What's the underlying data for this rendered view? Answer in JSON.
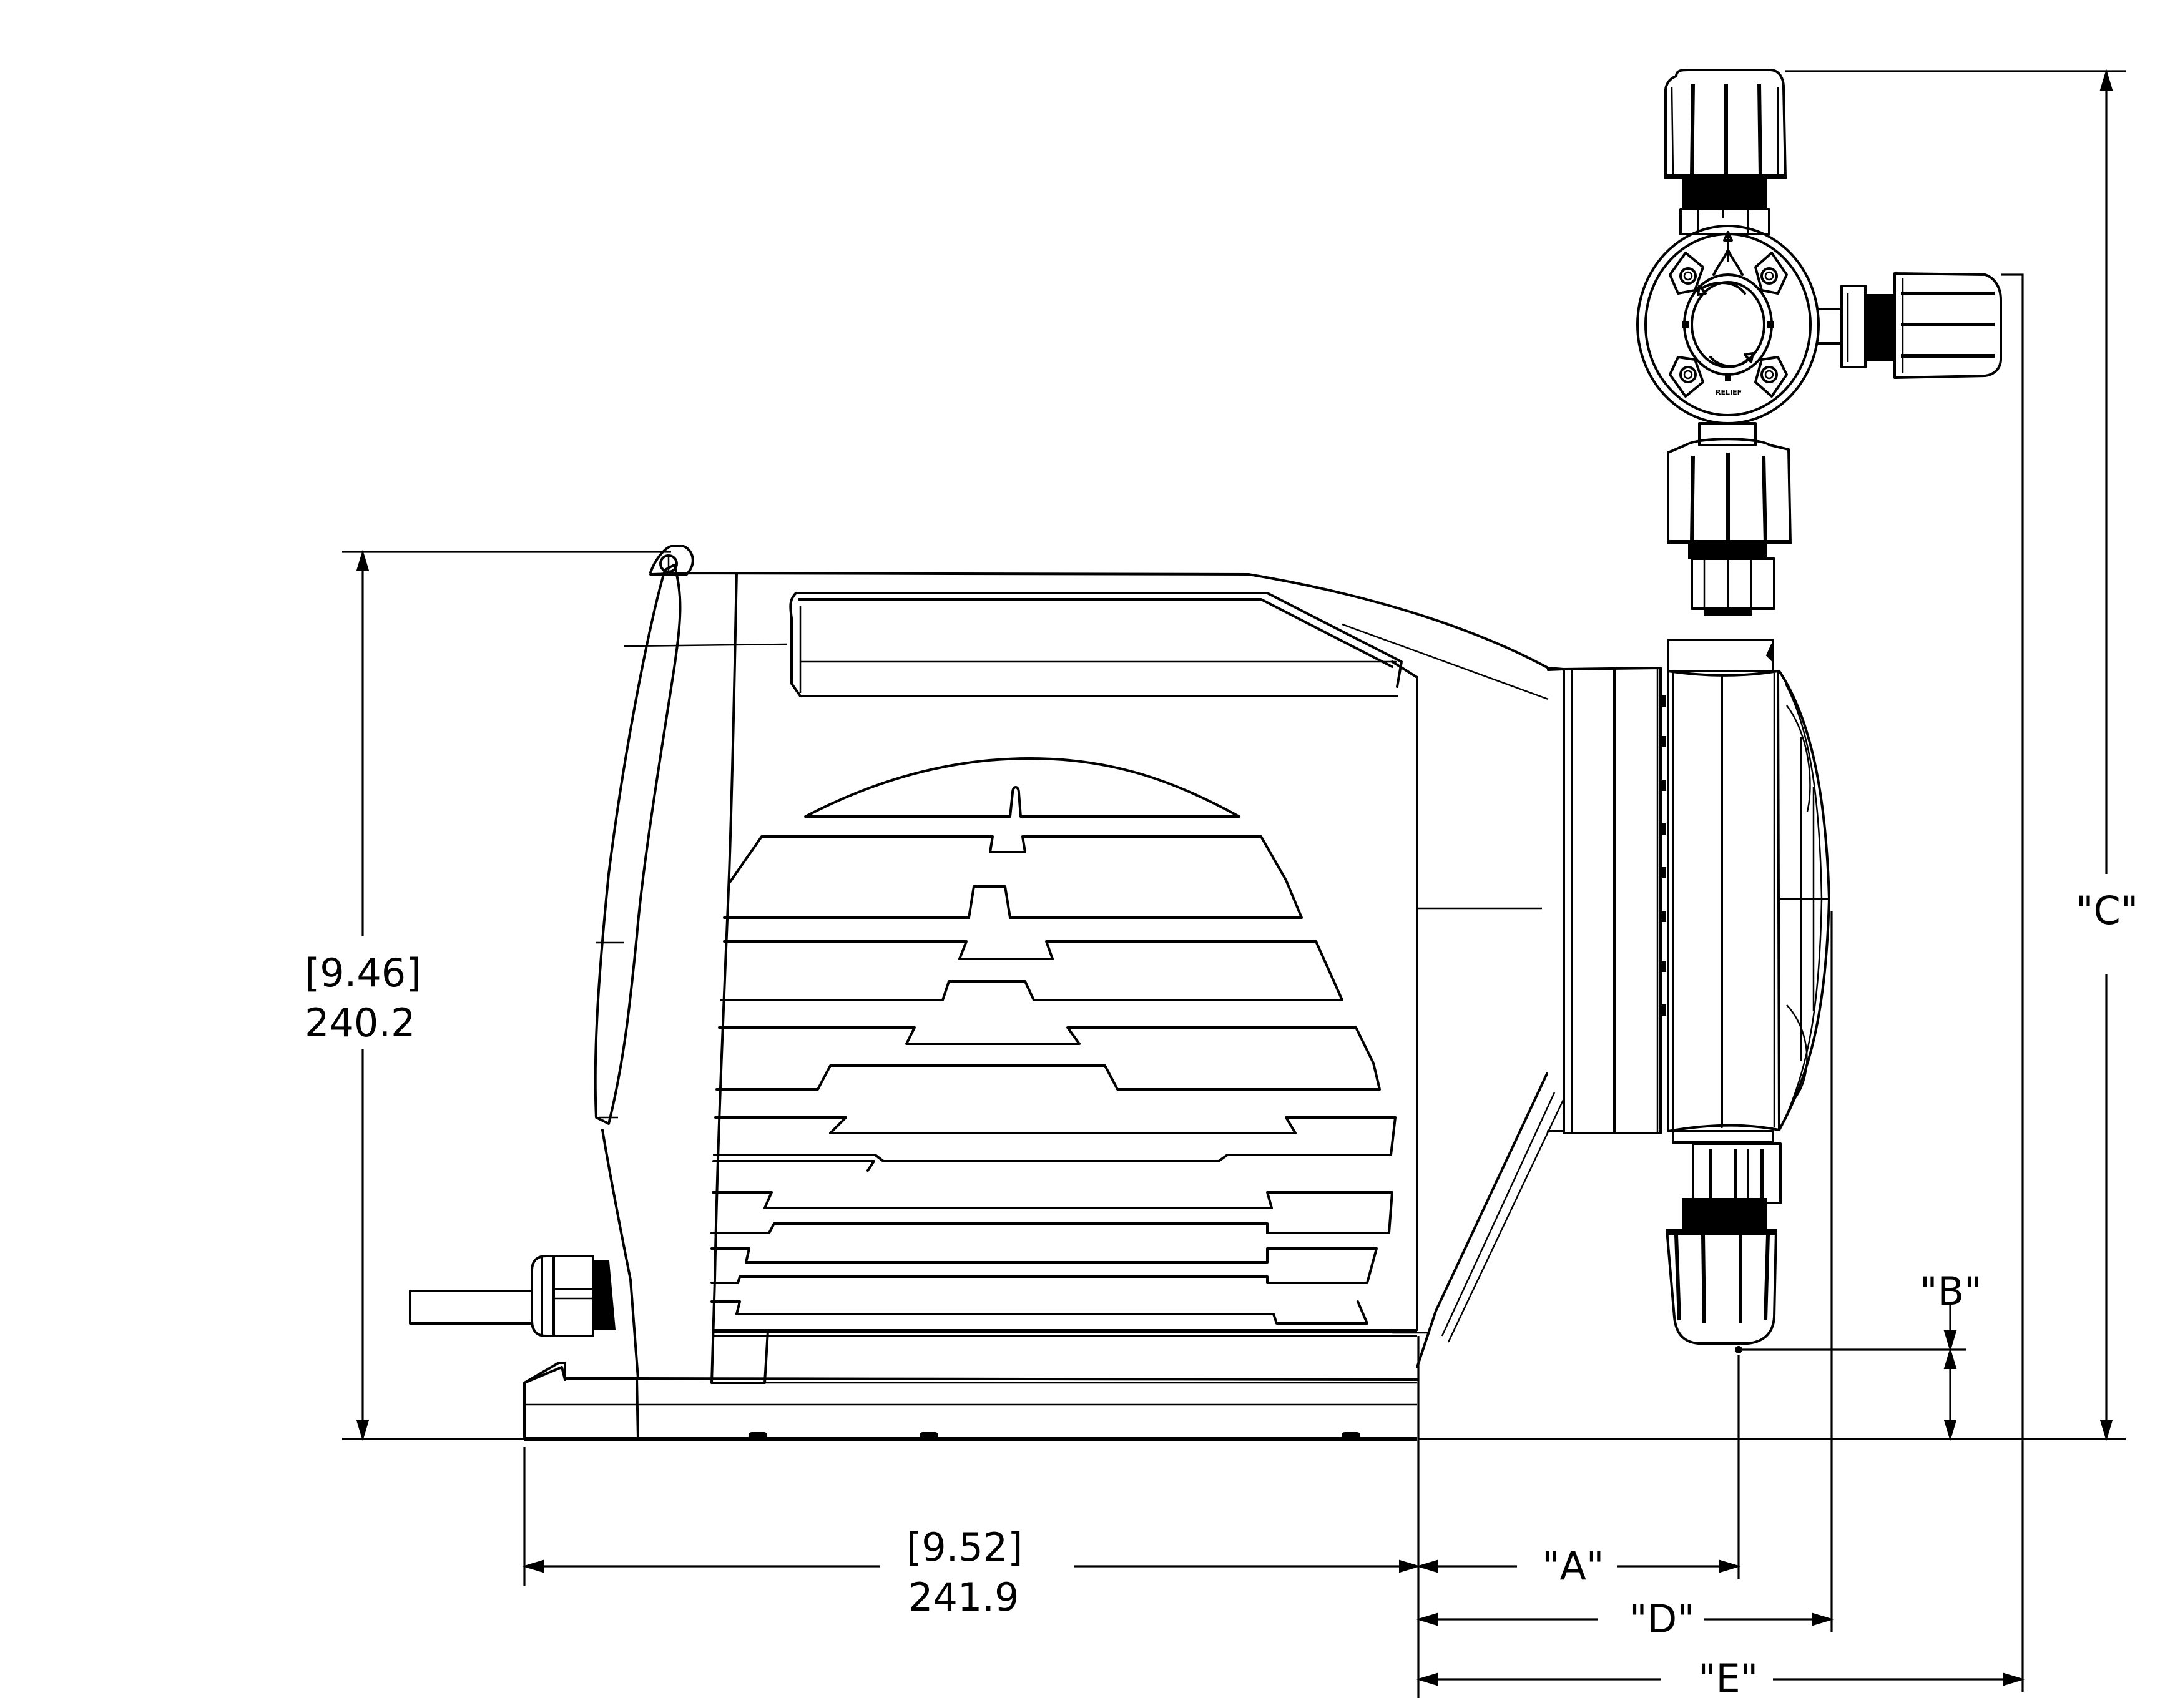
{
  "drawing": {
    "title": "Metering pump side elevation dimension drawing",
    "units_primary": "mm",
    "units_bracket": "in",
    "line_color": "#000000",
    "background": "#ffffff"
  },
  "dimensions": {
    "height": {
      "inches": "[9.46]",
      "mm": "240.2"
    },
    "length": {
      "inches": "[9.52]",
      "mm": "241.9"
    },
    "A": {
      "label": "\"A\""
    },
    "B": {
      "label": "\"B\""
    },
    "C": {
      "label": "\"C\""
    },
    "D": {
      "label": "\"D\""
    },
    "E": {
      "label": "\"E\""
    }
  },
  "annotations": {
    "relief_marking": "RELIEF"
  }
}
